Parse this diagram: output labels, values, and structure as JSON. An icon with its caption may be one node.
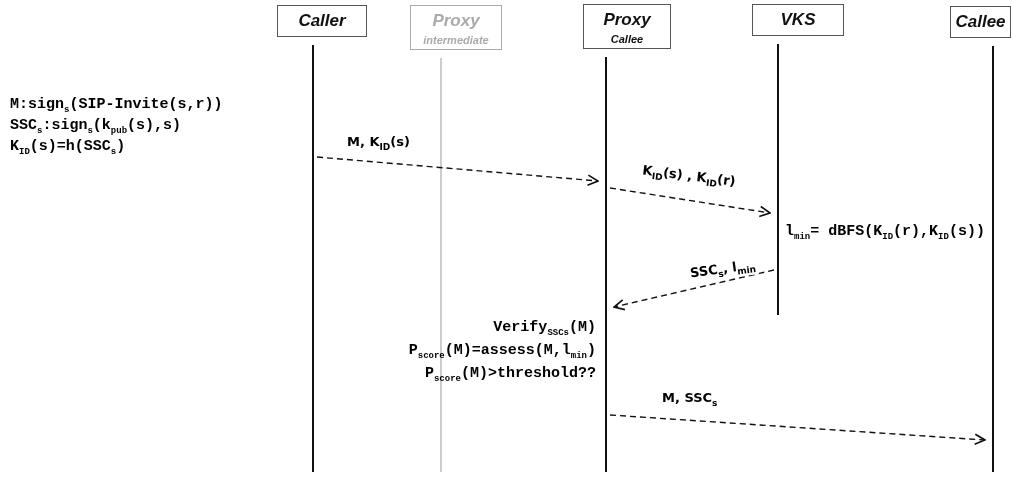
{
  "diagram": {
    "nodes": [
      {
        "text": [
          "Caller"
        ]
      },
      {
        "text": [
          "Proxy",
          "intermediate"
        ]
      },
      {
        "text": [
          "Proxy",
          "Callee"
        ]
      },
      {
        "text": [
          "VKS"
        ]
      },
      {
        "text": [
          "Callee"
        ]
      }
    ],
    "edges": [
      {
        "from": 0,
        "to": 2,
        "arrow": "to",
        "style": "dashed",
        "label": "M, K$_{ID}$(s)"
      },
      {
        "from": 2,
        "to": 3,
        "arrow": "to",
        "style": "dashed",
        "label": "K$_{ID}$(s) , K$_{ID}$(r)"
      },
      {
        "from": 3,
        "to": 2,
        "arrow": "to",
        "style": "dashed",
        "label": "SSC$_{s}$, l$_{min}$"
      },
      {
        "from": 2,
        "to": 4,
        "arrow": "to",
        "style": "dashed",
        "label": "M, SSC$_{s}$"
      }
    ],
    "labels": [
      "M:sign$_{s}$(SIP-Invite(s,r))",
      "SSC$_{s}$:sign$_{s}$(k$_{pub}$(s),s)",
      "K$_{ID}$(s)=h(SSC$_{s}$)",
      "l$_{min}$= dBFS(K$_{ID}$(r),K$_{ID}$(s))",
      "Verify$_{SSCs}$(M)",
      "P$_{score}$(M)=assess(M,l$_{min}$)",
      "P$_{score}$(M)>threshold??"
    ]
  }
}
